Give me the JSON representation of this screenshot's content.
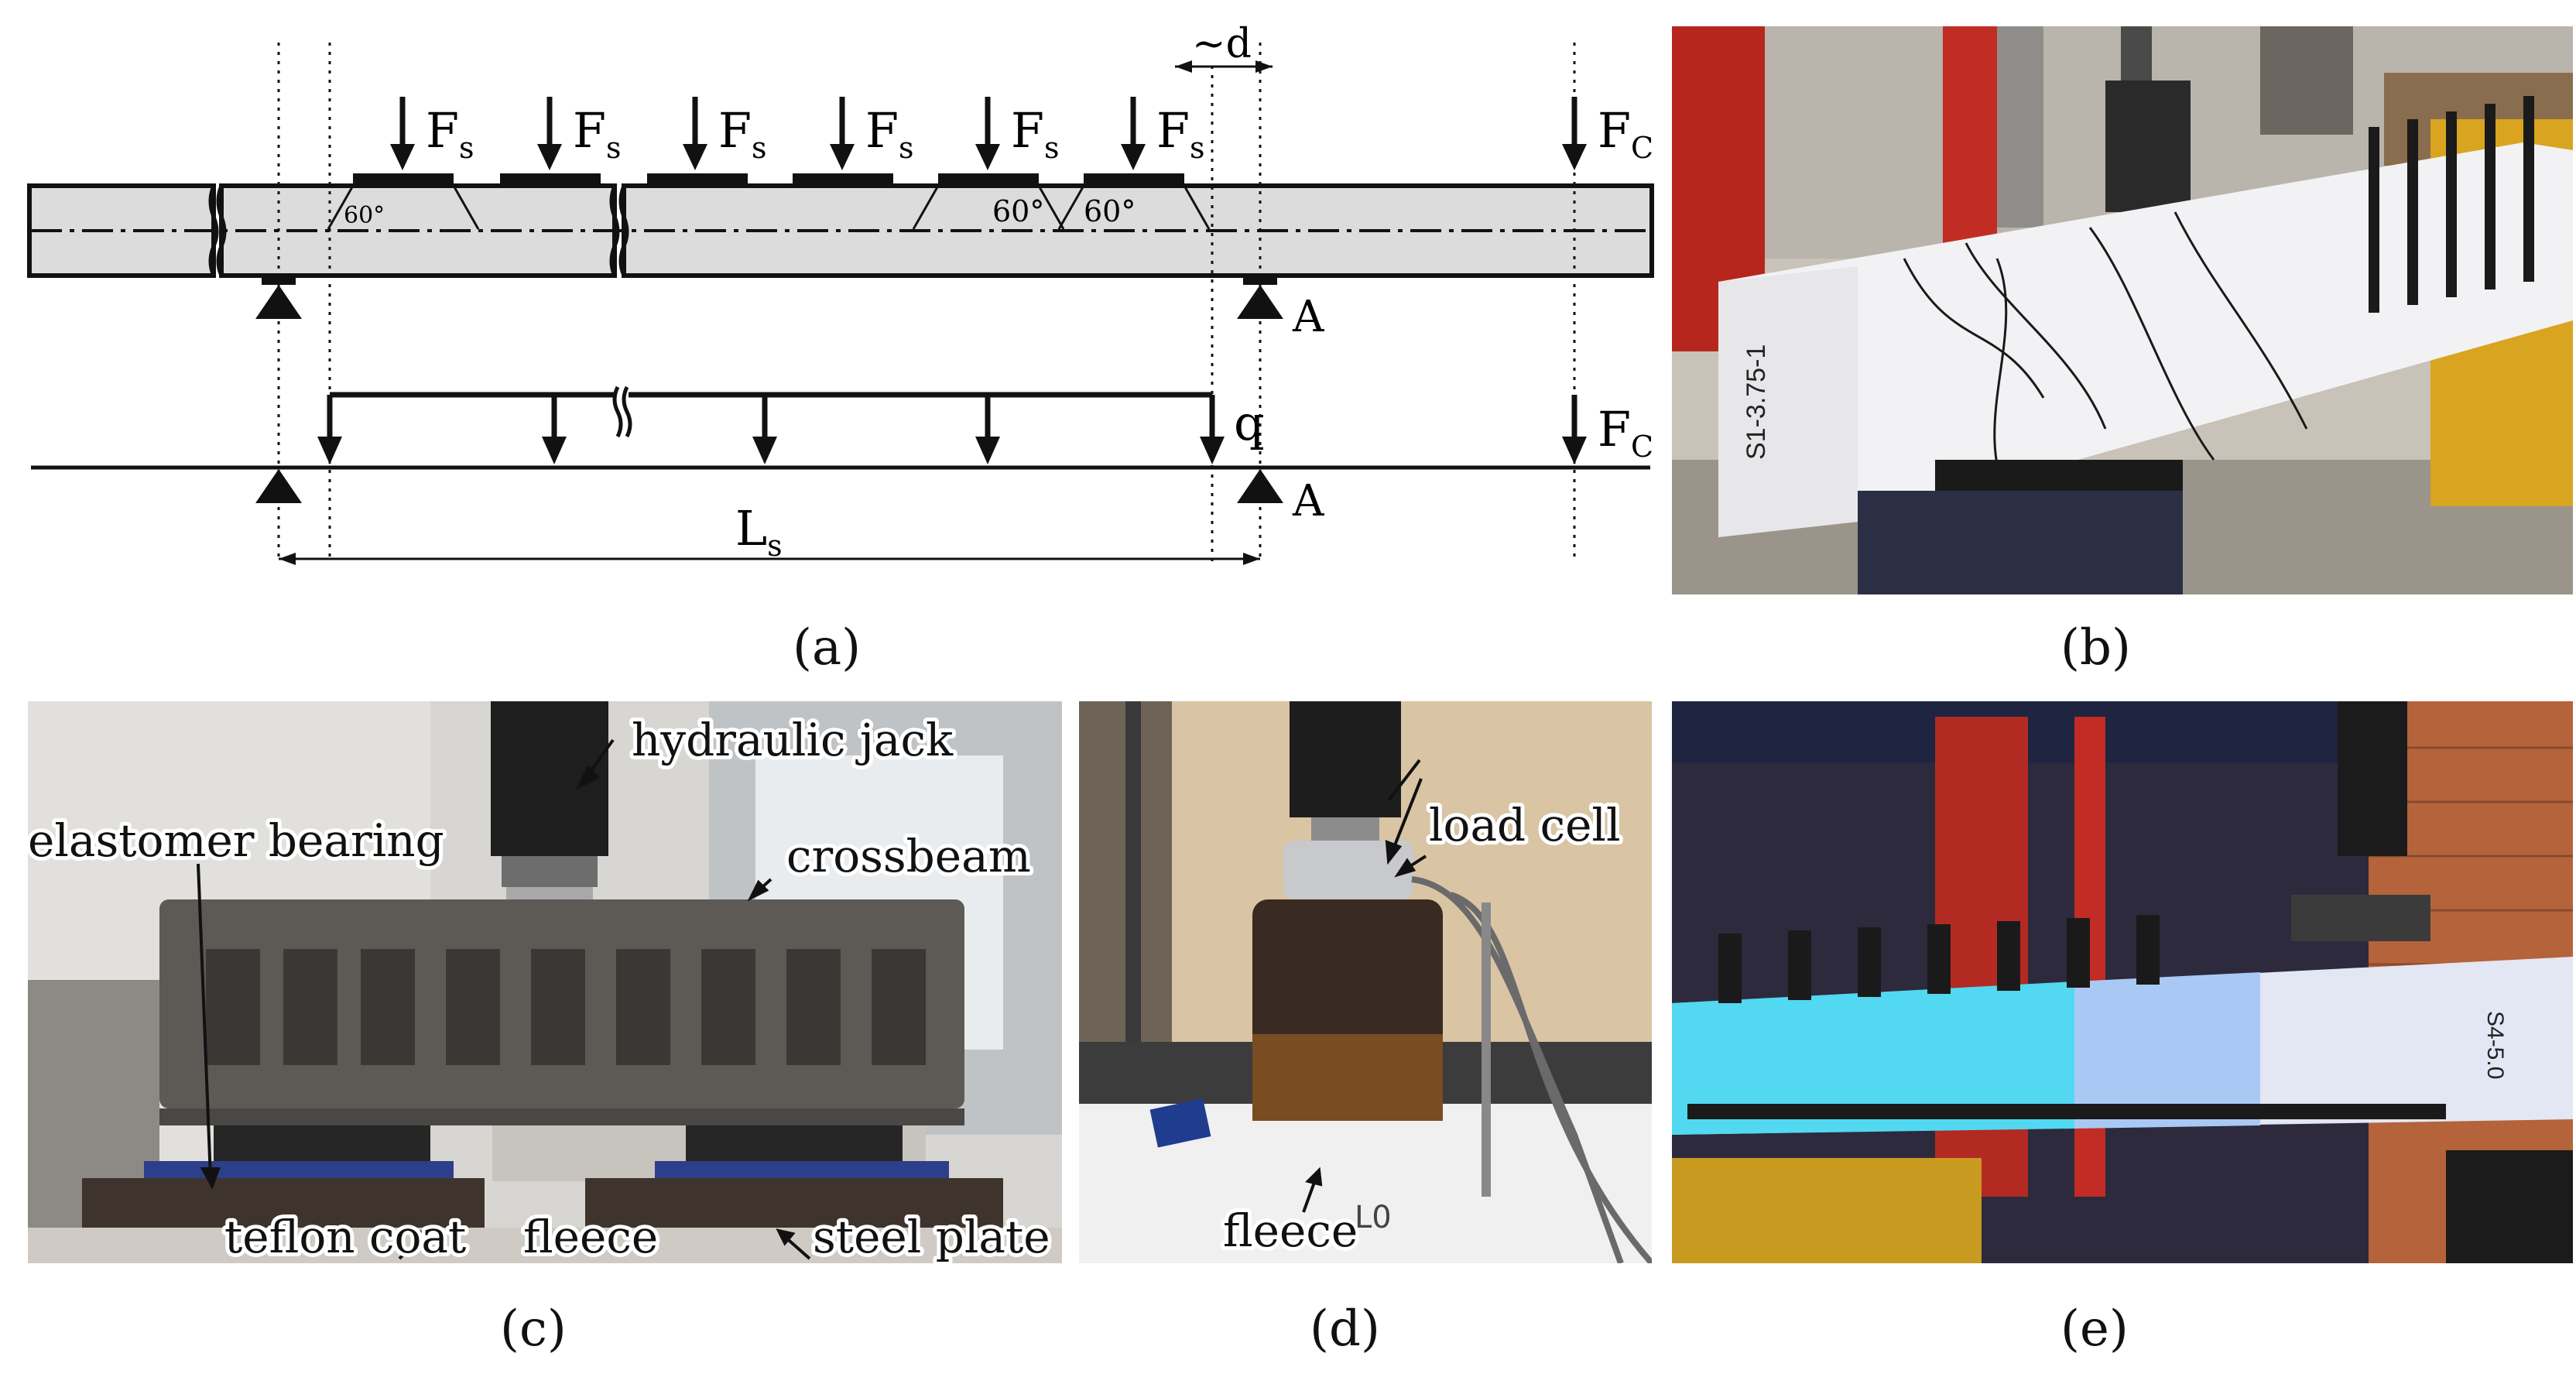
{
  "panels": {
    "a": {
      "label": "(a)"
    },
    "b": {
      "label": "(b)"
    },
    "c": {
      "label": "(c)"
    },
    "d": {
      "label": "(d)"
    },
    "e": {
      "label": "(e)"
    }
  },
  "diagram": {
    "force_symbol": "F",
    "force_sub_s": "s",
    "force_sub_c": "C",
    "angle": "60°",
    "support_label": "A",
    "dist_label": "~d",
    "q_label": "q",
    "span_symbol": "L",
    "span_sub": "s"
  },
  "photo_b": {
    "specimen_label": "S1-3.75-1"
  },
  "photo_c": {
    "hydraulic_jack": "hydraulic jack",
    "elastomer_bearing": "elastomer bearing",
    "crossbeam": "crossbeam",
    "teflon_coat": "teflon coat",
    "fleece": "fleece",
    "steel_plate": "steel plate"
  },
  "photo_d": {
    "load_cell": "load cell",
    "fleece": "fleece",
    "handwriting": "L0"
  },
  "photo_e": {
    "specimen_label": "S4-5.0"
  }
}
